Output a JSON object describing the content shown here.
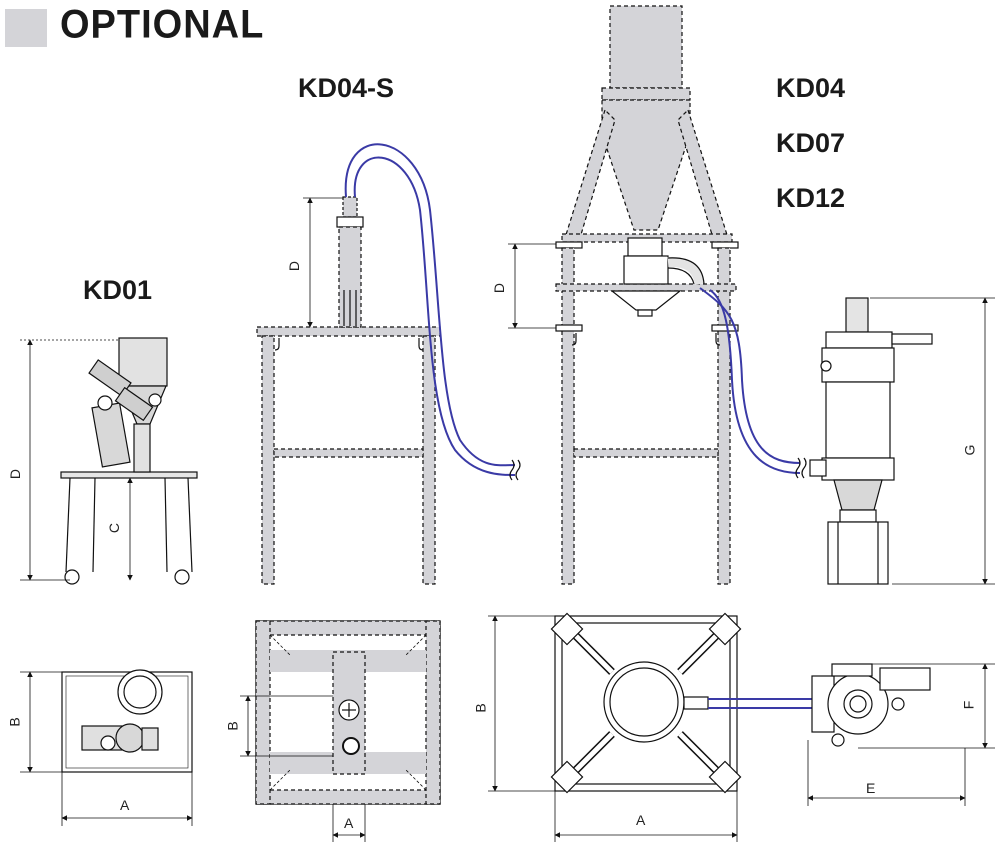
{
  "header": {
    "title": "OPTIONAL"
  },
  "models": {
    "kd01": "KD01",
    "kd04s": "KD04-S",
    "kd04": "KD04",
    "kd07": "KD07",
    "kd12": "KD12"
  },
  "dims": {
    "kd01_D": "D",
    "kd01_C": "C",
    "kd01_B": "B",
    "kd01_A": "A",
    "kd04s_D": "D",
    "kd04s_B": "B",
    "kd04s_A": "A",
    "kd04_D": "D",
    "kd04_B": "B",
    "kd04_A": "A",
    "rec_G": "G",
    "rec_F": "F",
    "rec_E": "E"
  },
  "colors": {
    "fill": "#d4d4d8",
    "line": "#111111",
    "hose": "#3a3aa6"
  }
}
